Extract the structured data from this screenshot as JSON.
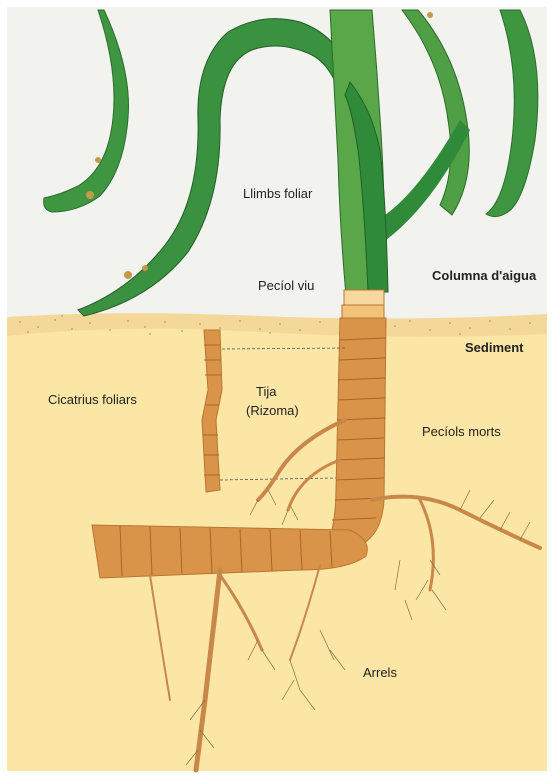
{
  "labels": {
    "leaf_blades": "Llimbs foliar",
    "water_column": "Columna d'aigua",
    "live_petiole": "Pecíol viu",
    "sediment": "Sediment",
    "leaf_scars": "Cicatrius foliars",
    "stem": "Tija",
    "rhizome": "(Rizoma)",
    "dead_petioles": "Pecíols morts",
    "roots": "Arrels"
  },
  "colors": {
    "water": "#f2f2ee",
    "sediment": "#fbe6a6",
    "sand_band": "#f3d89a",
    "leaf_dark": "#2f8a3a",
    "leaf_light": "#5aa84a",
    "rhizome": "#d9944a",
    "rhizome_dark": "#b8772f",
    "root": "#c8884a",
    "root_fine": "#8a6a40"
  }
}
